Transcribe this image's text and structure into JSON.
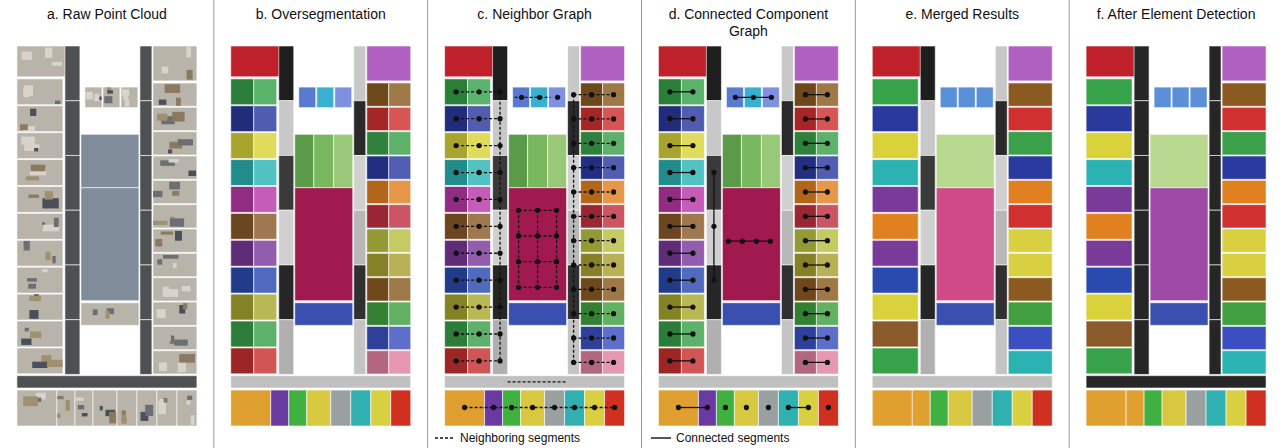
{
  "diagram": {
    "nodes": [
      {
        "text": [
          "a. Raw Point Cloud"
        ]
      },
      {
        "text": [
          "b. Oversegmentation"
        ]
      },
      {
        "text": [
          "c. Neighbor Graph"
        ]
      },
      {
        "text": [
          "d. Connected Component Graph"
        ]
      },
      {
        "text": [
          "e. Merged Results"
        ]
      },
      {
        "text": [
          "f. After Element Detection"
        ]
      }
    ],
    "legend": [
      {
        "text": "Neighboring segments"
      },
      {
        "text": "Connected segments"
      }
    ]
  }
}
